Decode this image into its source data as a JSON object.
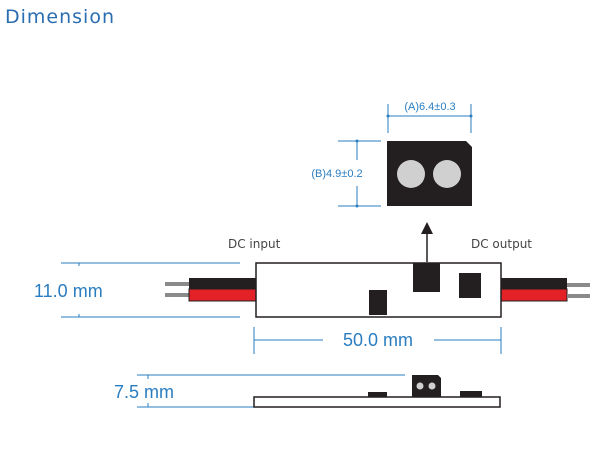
{
  "title": "Dimension",
  "connector_detail": {
    "width_label": "(A)6.4±0.3",
    "height_label": "(B)4.9±0.2"
  },
  "top_view": {
    "input_label": "DC input",
    "output_label": "DC output",
    "height_label": "11.0 mm",
    "length_label": "50.0 mm"
  },
  "side_view": {
    "thickness_label": "7.5 mm"
  },
  "colors": {
    "dimension_blue": "#2a7dc0",
    "title_blue": "#2a6db0",
    "wire_red": "#e32228",
    "wire_black": "#231f20",
    "wire_tip_gray": "#8a8a8a",
    "component_black": "#231f20",
    "pin_gray": "#d0d0d0"
  }
}
